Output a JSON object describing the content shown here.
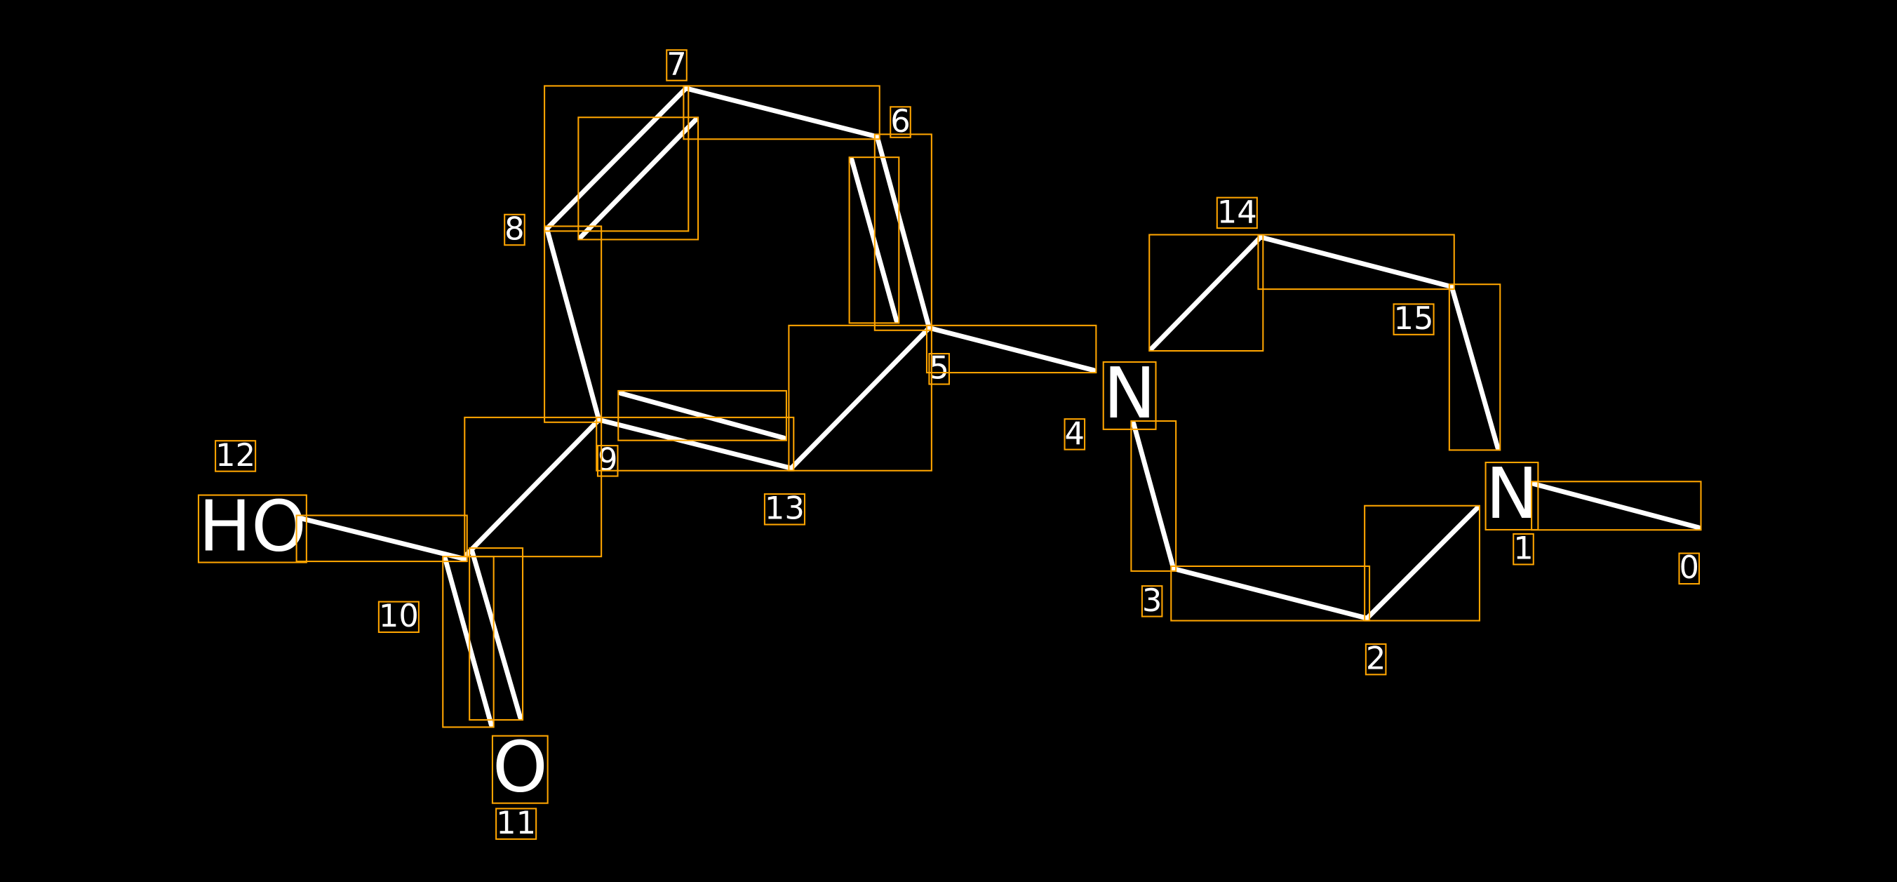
{
  "diagram": {
    "type": "molecule-structure-with-atom-indices",
    "colors": {
      "background": "#000000",
      "bond": "#FFFFFF",
      "box": "#FFA500",
      "text": "#FFFFFF"
    },
    "atoms": {
      "n1": "N",
      "n4": "N",
      "o11": "O",
      "o12": "HO"
    },
    "indices": [
      "0",
      "1",
      "2",
      "3",
      "4",
      "5",
      "6",
      "7",
      "8",
      "9",
      "10",
      "11",
      "12",
      "13",
      "14",
      "15"
    ]
  }
}
